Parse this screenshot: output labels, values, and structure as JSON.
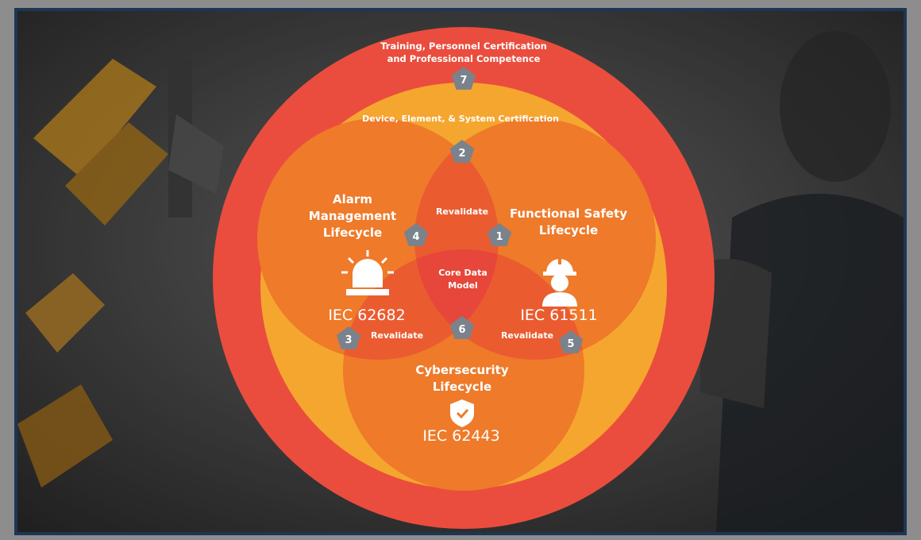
{
  "layers": {
    "outer_ring_label_line1": "Training, Personnel Certification",
    "outer_ring_label_line2": "and Professional Competence",
    "middle_ring_label": "Device, Element, & System Certification"
  },
  "lifecycles": {
    "alarm": {
      "title_line1": "Alarm",
      "title_line2": "Management",
      "title_line3": "Lifecycle",
      "standard": "IEC 62682",
      "icon": "alarm-beacon-icon"
    },
    "safety": {
      "title_line1": "Functional Safety",
      "title_line2": "Lifecycle",
      "standard": "IEC 61511",
      "icon": "hardhat-worker-icon"
    },
    "cyber": {
      "title_line1": "Cybersecurity",
      "title_line2": "Lifecycle",
      "standard": "IEC 62443",
      "icon": "shield-check-icon"
    }
  },
  "overlaps": {
    "top": "Revalidate",
    "left_bottom": "Revalidate",
    "right_bottom": "Revalidate",
    "center_line1": "Core Data",
    "center_line2": "Model"
  },
  "steps": [
    "1",
    "2",
    "3",
    "4",
    "5",
    "6",
    "7"
  ],
  "colors": {
    "outer_ring": "#ea4d3d",
    "middle_ring": "#f5a62f",
    "lifecycle_circle": "#ee7a2a",
    "pairwise_overlap": "#ea5c30",
    "center_overlap": "#e6473a",
    "step_badge": "#7a828c",
    "frame": "#1e3554"
  }
}
